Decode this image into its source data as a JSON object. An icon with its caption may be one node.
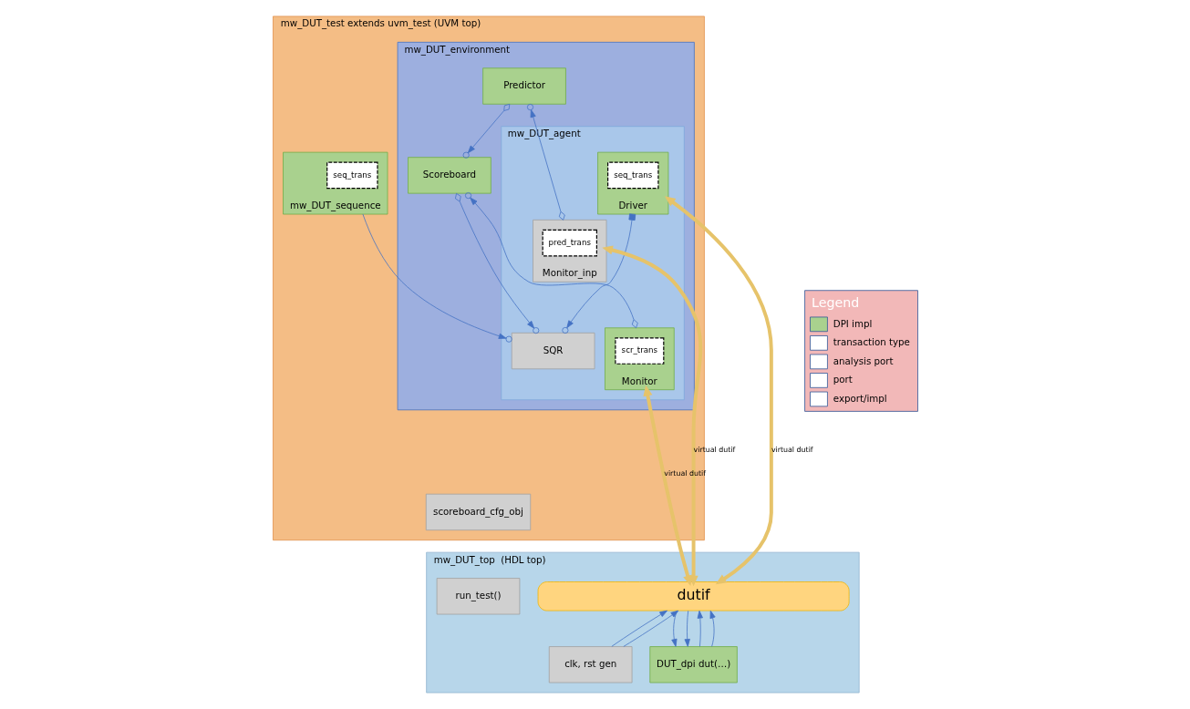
{
  "diagram": {
    "nodes": [
      {
        "text": [
          "mw_DUT_test extends uvm_test (UVM top)"
        ]
      },
      {
        "text": [
          "scoreboard_cfg_obj"
        ],
        "in": 0
      },
      {
        "text": [
          "mw_DUT_environment"
        ],
        "in": 0
      },
      {
        "text": [
          "Predictor"
        ],
        "in": 2
      },
      {
        "text": [
          "Scoreboard"
        ],
        "in": 2
      },
      {
        "text": [
          "mw_DUT_agent"
        ],
        "in": 2
      },
      {
        "text": [
          "SQR"
        ],
        "in": 5
      },
      {
        "text": [
          "Driver"
        ],
        "in": 5
      },
      {
        "text": [
          "seq_trans"
        ],
        "in": 7
      },
      {
        "text": [
          "Monitor_inp"
        ],
        "in": 5
      },
      {
        "text": [
          "pred_trans"
        ],
        "in": 9
      },
      {
        "text": [
          "Monitor"
        ],
        "in": 5
      },
      {
        "text": [
          "scr_trans"
        ],
        "in": 11
      },
      {
        "text": [
          "mw_DUT_sequence"
        ],
        "in": 0
      },
      {
        "text": [
          "seq_trans"
        ],
        "in": 13
      },
      {
        "text": [
          "mw_DUT_top  (HDL top)"
        ]
      },
      {
        "text": [
          "run_test()"
        ],
        "in": 15
      },
      {
        "text": [
          "dutif"
        ],
        "in": 15
      },
      {
        "text": [
          "clk, rst gen"
        ],
        "in": 15
      },
      {
        "text": [
          "DUT_dpi dut(…)"
        ],
        "in": 15
      }
    ],
    "edges": [
      {
        "from": 13,
        "to": 6,
        "arrow": "to"
      },
      {
        "from": 7,
        "to": 6,
        "arrow": "to"
      },
      {
        "from": 4,
        "to": 6,
        "arrow": "to"
      },
      {
        "from": 3,
        "to": 4,
        "arrow": "to"
      },
      {
        "from": 9,
        "to": 3,
        "arrow": "to"
      },
      {
        "from": 11,
        "to": 4,
        "arrow": "to"
      },
      {
        "from": 7,
        "to": 17,
        "arrow": "both",
        "label": "virtual dutif",
        "style": "thick",
        "color": "#e6c36a"
      },
      {
        "from": 9,
        "to": 17,
        "arrow": "both",
        "label": "virtual dutif",
        "style": "thick",
        "color": "#e6c36a"
      },
      {
        "from": 11,
        "to": 17,
        "arrow": "both",
        "label": "virtual dutif",
        "style": "thick",
        "color": "#e6c36a"
      },
      {
        "from": 18,
        "to": 17,
        "arrow": "to"
      },
      {
        "from": 18,
        "to": 17,
        "arrow": "to"
      },
      {
        "from": 17,
        "to": 19,
        "arrow": "to"
      },
      {
        "from": 17,
        "to": 19,
        "arrow": "to"
      },
      {
        "from": 19,
        "to": 17,
        "arrow": "to"
      },
      {
        "from": 19,
        "to": 17,
        "arrow": "to"
      }
    ],
    "labels": [
      "Legend"
    ],
    "legend": [
      {
        "text": "DPI impl",
        "color": "#a9d18e"
      },
      {
        "text": "transaction type"
      },
      {
        "text": "analysis port"
      },
      {
        "text": "port"
      },
      {
        "text": "export/impl"
      }
    ]
  }
}
